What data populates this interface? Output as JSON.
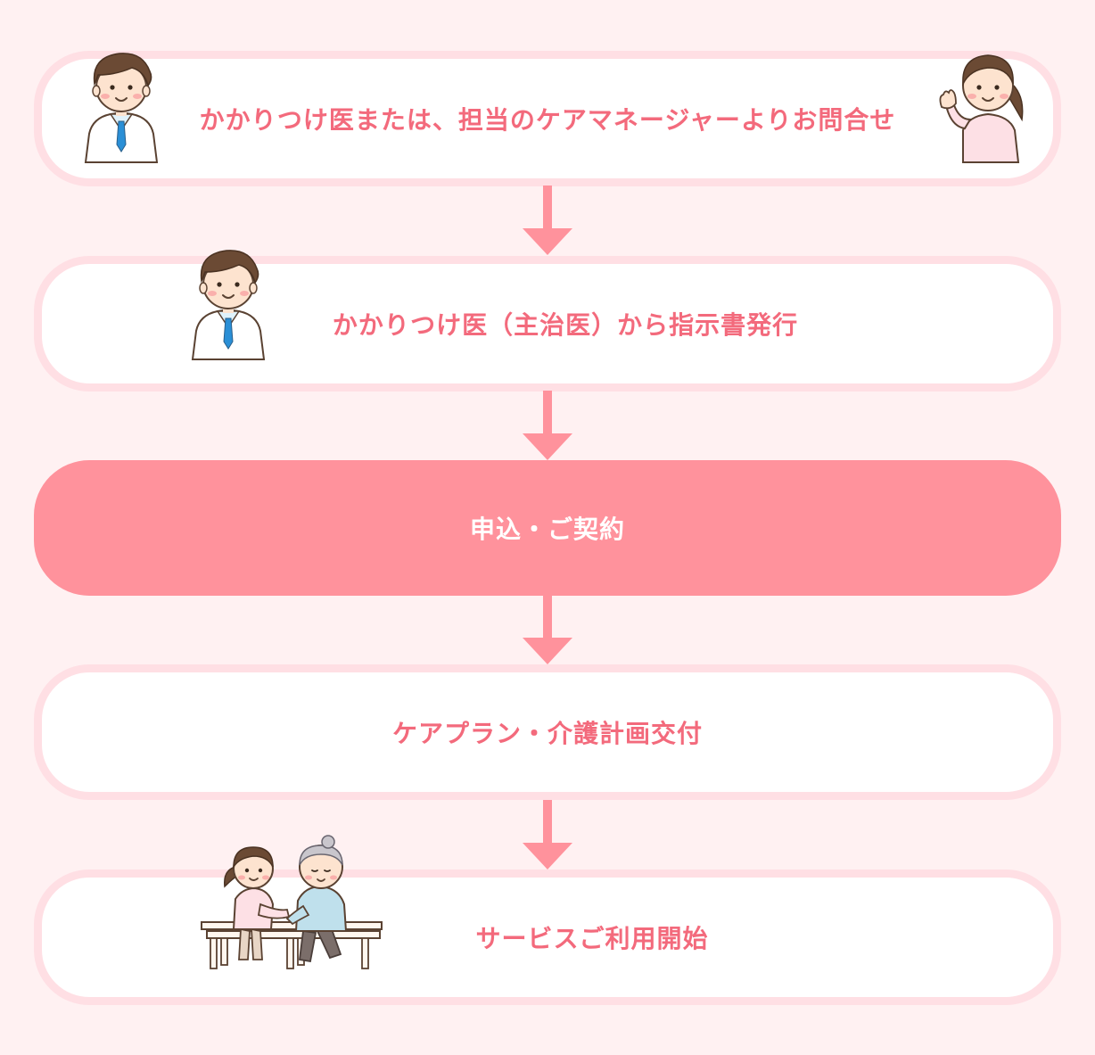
{
  "colors": {
    "background": "#fff1f2",
    "box_border": "#ffdfe4",
    "box_fill": "#ffffff",
    "highlight_fill": "#ff929c",
    "text_pink": "#f36a7c",
    "arrow": "#ff929c"
  },
  "steps": [
    {
      "label": "かかりつけ医または、担当のケアマネージャーよりお問合せ",
      "style": "outline"
    },
    {
      "label": "かかりつけ医（主治医）から指示書発行",
      "style": "outline"
    },
    {
      "label": "申込・ご契約",
      "style": "filled"
    },
    {
      "label": "ケアプラン・介護計画交付",
      "style": "outline"
    },
    {
      "label": "サービスご利用開始",
      "style": "outline"
    }
  ],
  "illustrations": [
    {
      "step": 0,
      "icon": "doctor-icon"
    },
    {
      "step": 0,
      "icon": "care-manager-icon"
    },
    {
      "step": 1,
      "icon": "doctor-icon"
    },
    {
      "step": 4,
      "icon": "caregiver-with-elder-icon"
    }
  ]
}
